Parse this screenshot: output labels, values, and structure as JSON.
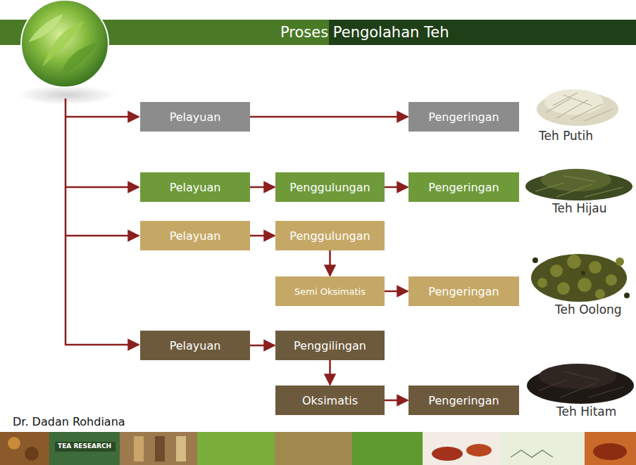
{
  "diagram": {
    "title": "Proses Pengolahan Teh",
    "nodes": [
      {
        "text": [
          "Pelayuan"
        ]
      },
      {
        "text": [
          "Pengeringan"
        ]
      },
      {
        "text": [
          "Pelayuan"
        ]
      },
      {
        "text": [
          "Penggulungan"
        ]
      },
      {
        "text": [
          "Pengeringan"
        ]
      },
      {
        "text": [
          "Pelayuan"
        ]
      },
      {
        "text": [
          "Penggulungan"
        ]
      },
      {
        "text": [
          "Semi Oksimatis"
        ]
      },
      {
        "text": [
          "Pengeringan"
        ]
      },
      {
        "text": [
          "Pelayuan"
        ]
      },
      {
        "text": [
          "Penggilingan"
        ]
      },
      {
        "text": [
          "Oksimatis"
        ]
      },
      {
        "text": [
          "Pengeringan"
        ]
      }
    ],
    "edges": [
      {
        "from": 0,
        "to": 1,
        "arrow": "to"
      },
      {
        "from": 2,
        "to": 3,
        "arrow": "to"
      },
      {
        "from": 3,
        "to": 4,
        "arrow": "to"
      },
      {
        "from": 5,
        "to": 6,
        "arrow": "to"
      },
      {
        "from": 6,
        "to": 7,
        "arrow": "to"
      },
      {
        "from": 7,
        "to": 8,
        "arrow": "to"
      },
      {
        "from": 9,
        "to": 10,
        "arrow": "to"
      },
      {
        "from": 10,
        "to": 11,
        "arrow": "to"
      },
      {
        "from": 11,
        "to": 12,
        "arrow": "to"
      }
    ],
    "labels": [
      "Teh Putih",
      "Teh Hijau",
      "Teh Oolong",
      "Teh Hitam",
      "Dr. Dadan Rohdiana",
      "TEA RESEARCH"
    ]
  }
}
